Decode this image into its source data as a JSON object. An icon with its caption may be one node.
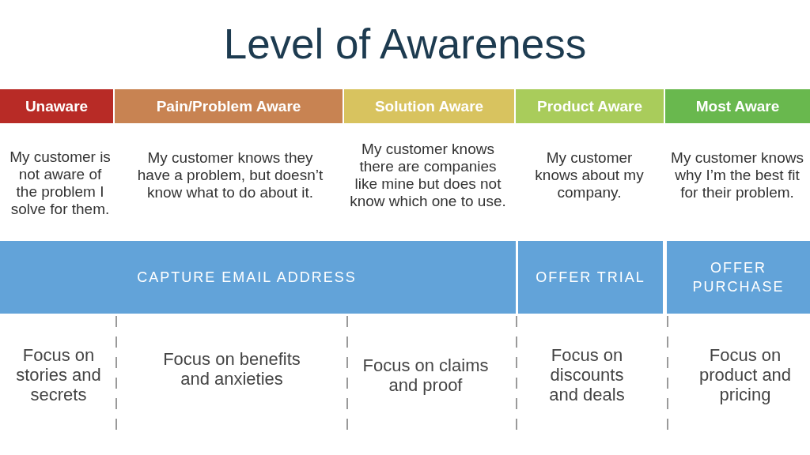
{
  "diagram": {
    "title": "Level of Awareness",
    "nodes": [
      {
        "text": [
          "Unaware"
        ],
        "beside": [
          "My customer is not aware of the problem I solve for them."
        ]
      },
      {
        "text": [
          "Pain/Problem Aware"
        ],
        "beside": [
          "My customer knows they have a problem, but doesn’t know what to do about it."
        ]
      },
      {
        "text": [
          "Solution Aware"
        ],
        "beside": [
          "My customer knows there are companies like mine but does not know which one to use."
        ]
      },
      {
        "text": [
          "Product Aware"
        ],
        "beside": [
          "My customer knows about my company."
        ]
      },
      {
        "text": [
          "Most Aware"
        ],
        "beside": [
          "My customer knows why I’m the best fit for their problem."
        ]
      },
      {
        "text": [
          "CAPTURE EMAIL ADDRESS"
        ]
      },
      {
        "text": [
          "OFFER TRIAL"
        ]
      },
      {
        "text": [
          "OFFER PURCHASE"
        ]
      }
    ],
    "labels": [
      "Focus on stories and secrets",
      "Focus on benefits and anxieties",
      "Focus on claims and proof",
      "Focus on discounts and deals",
      "Focus on product and pricing"
    ]
  }
}
